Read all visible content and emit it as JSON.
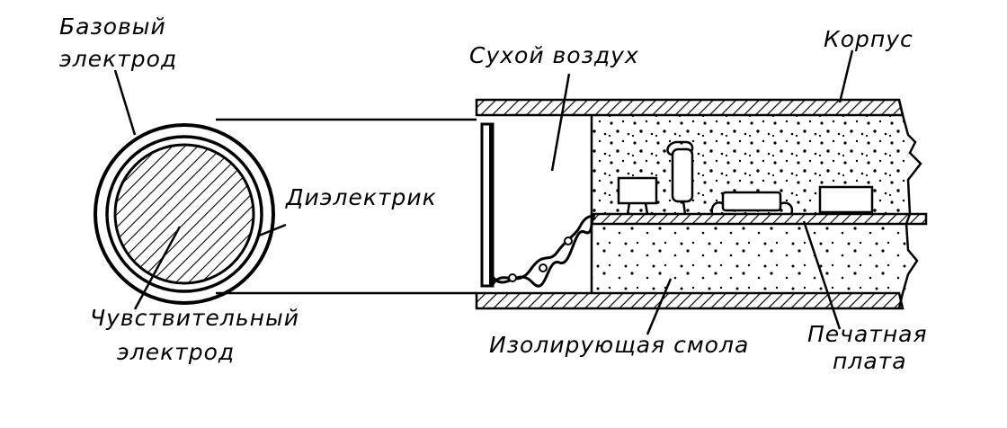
{
  "labels": {
    "base_electrode_1": "Базовый",
    "base_electrode_2": "электрод",
    "dry_air": "Сухой воздух",
    "housing": "Корпус",
    "dielectric": "Диэлектрик",
    "sensing_electrode_1": "Чувствительный",
    "sensing_electrode_2": "электрод",
    "insulating_resin": "Изолирующая смола",
    "printed_board_1": "Печатная",
    "printed_board_2": "плата"
  }
}
